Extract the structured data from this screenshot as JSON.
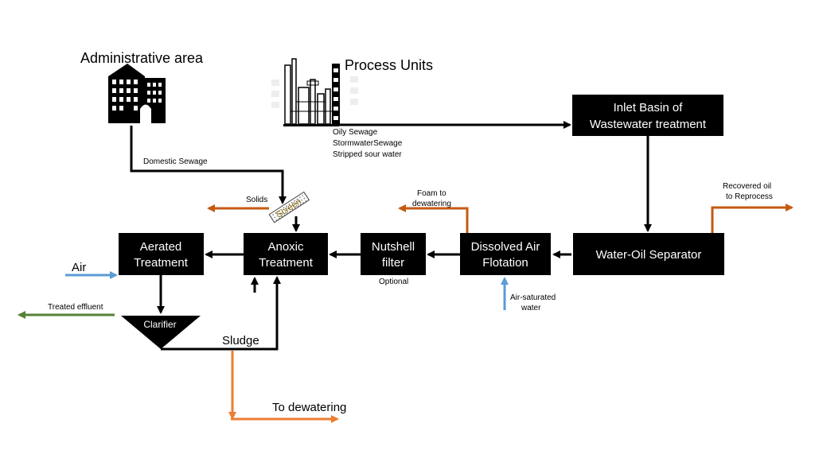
{
  "colors": {
    "box_fill": "#000000",
    "box_text": "#ffffff",
    "flow_main": "#000000",
    "flow_oil": "#c55a11",
    "flow_sludge": "#ed7d31",
    "flow_air": "#5b9bd5",
    "flow_effluent": "#548235"
  },
  "icons": {
    "admin": "office-building-icon",
    "process": "refinery-icon"
  },
  "headings": {
    "admin_area": "Administrative area",
    "process_units": "Process Units"
  },
  "boxes": {
    "inlet_basin": [
      "Inlet Basin of",
      "Wastewater treatment"
    ],
    "water_oil_separator": [
      "Water-Oil Separator"
    ],
    "daf": [
      "Dissolved Air",
      "Flotation"
    ],
    "nutshell": [
      "Nutshell",
      "filter"
    ],
    "anoxic": [
      "Anoxic",
      "Treatment"
    ],
    "aerated": [
      "Aerated",
      "Treatment"
    ],
    "clarifier": "Clarifier",
    "screen": "Screen"
  },
  "labels": {
    "process_streams": [
      "Oily Sewage",
      "StormwaterSewage",
      "Stripped sour water"
    ],
    "domestic_sewage": "Domestic Sewage",
    "solids": "Solids",
    "foam": [
      "Foam to",
      "dewatering"
    ],
    "recovered_oil": [
      "Recovered oil",
      "to Reprocess"
    ],
    "optional": "Optional",
    "air_saturated": [
      "Air-saturated",
      "water"
    ],
    "air": "Air",
    "treated_effluent": "Treated effluent",
    "sludge": "Sludge",
    "to_dewatering": "To dewatering"
  }
}
